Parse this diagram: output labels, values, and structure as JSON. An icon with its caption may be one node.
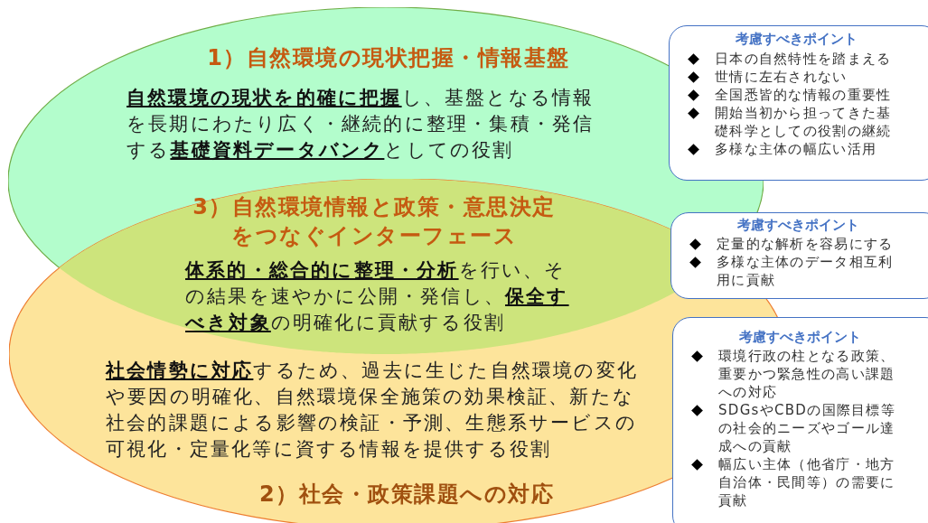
{
  "diagram": {
    "nodes": [
      {
        "text": [
          "1）自然環境の現状把握・情報基盤",
          "**自然環境の現状を的確に把握**し、基盤となる情報を長期にわたり広く・継続的に整理・集積・発信する**基礎資料データバンク**としての役割"
        ]
      },
      {
        "text": [
          "**社会情勢に対応**するため、過去に生じた自然環境の変化や要因の明確化、自然環境保全施策の効果検証、新たな社会的課題による影響の検証・予測、生態系サービスの可視化・定量化等に資する情報を提供する役割",
          "2）社会・政策課題への対応"
        ]
      },
      {
        "text": [
          "3）自然環境情報と政策・意思決定をつなぐインターフェース",
          "**体系的・総合的に整理・分析**を行い、その結果を速やかに公開・発信し、**保全すべき対象**の明確化に貢献する役割"
        ]
      },
      {
        "text": [
          "考慮すべきポイント",
          "日本の自然特性を踏まえる",
          "世情に左右されない",
          "全国悉皆的な情報の重要性",
          "開始当初から担ってきた基礎科学としての役割の継続",
          "多様な主体の幅広い活用"
        ]
      },
      {
        "text": [
          "考慮すべきポイント",
          "定量的な解析を容易にする",
          "多様な主体のデータ相互利用に貢献"
        ]
      },
      {
        "text": [
          "考慮すべきポイント",
          "環境行政の柱となる政策、重要かつ緊急性の高い課題への対応",
          "SDGsやCBDの国際目標等の社会的ニーズやゴール達成への貢献",
          "幅広い主体（他省庁・地方自治体・民間等）の需要に貢献"
        ]
      }
    ]
  }
}
